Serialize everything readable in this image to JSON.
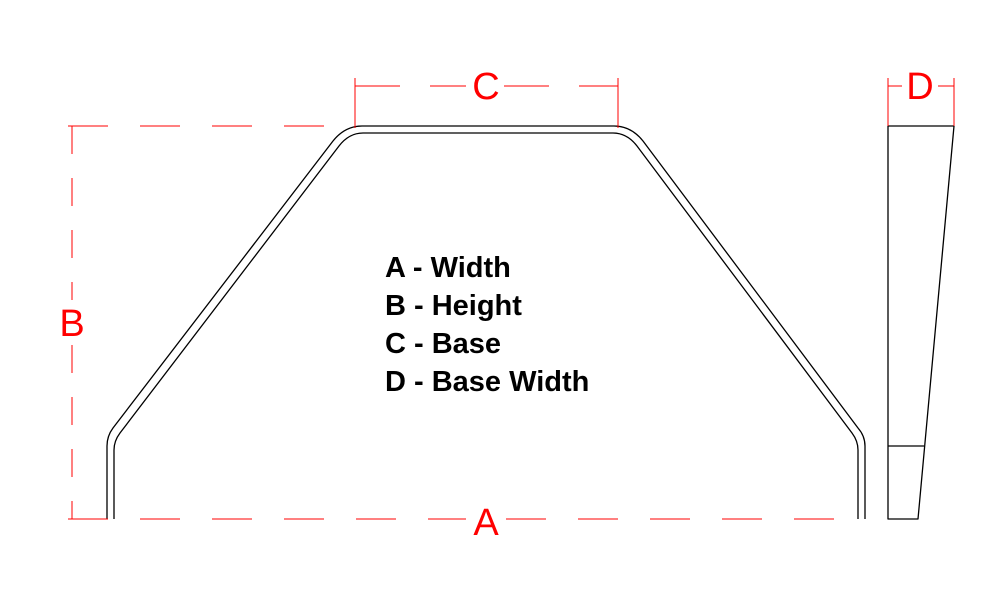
{
  "dimensions": {
    "a": "A",
    "b": "B",
    "c": "C",
    "d": "D"
  },
  "legend": [
    "A - Width",
    "B - Height",
    "C - Base",
    "D - Base Width"
  ],
  "colors": {
    "dimension": "#ff0000",
    "outline": "#000000",
    "background": "#ffffff"
  }
}
